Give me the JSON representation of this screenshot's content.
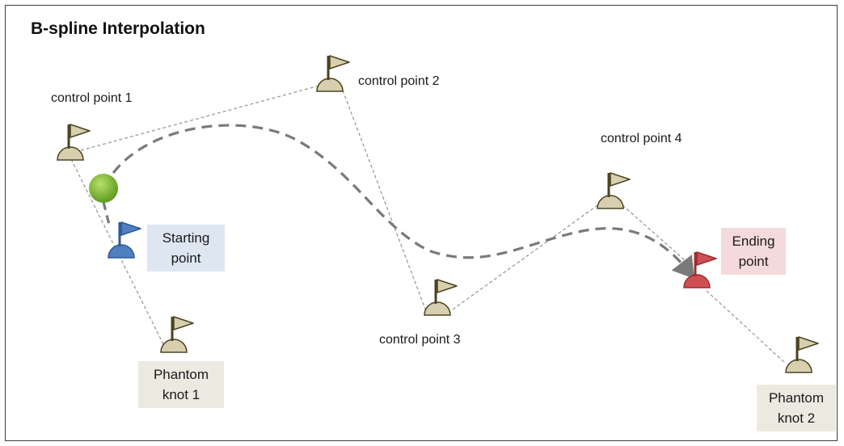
{
  "title": "B-spline Interpolation",
  "labels": {
    "cp1": "control point 1",
    "cp2": "control point 2",
    "cp3": "control point 3",
    "cp4": "control point 4"
  },
  "boxes": {
    "start": "Starting\npoint",
    "end": "Ending\npoint",
    "phantom1": "Phantom\nknot 1",
    "phantom2": "Phantom\nknot 2"
  },
  "colors": {
    "flag_neutral": "#d8cfae",
    "flag_start": "#4f7fc1",
    "flag_end": "#cf4f55",
    "ball": "#7db72f",
    "curve": "#7a7a7a",
    "start_box": "#dde6f1",
    "end_box": "#f4dada",
    "phantom_box": "#ece9e1"
  },
  "icons": [
    "flag-icon",
    "ball-icon"
  ]
}
